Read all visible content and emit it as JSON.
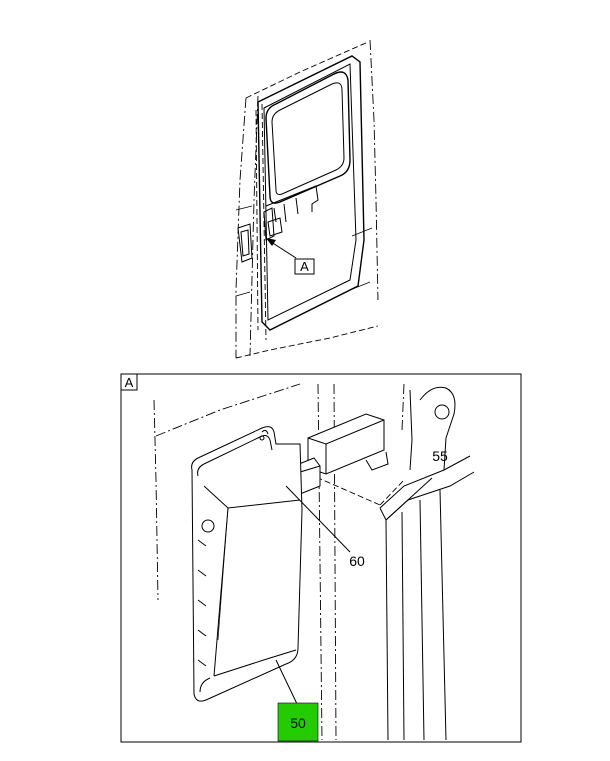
{
  "overview": {
    "view_ref_label": "A"
  },
  "detail": {
    "frame_label": "A",
    "callouts": [
      {
        "id": "55",
        "label": "55"
      },
      {
        "id": "60",
        "label": "60"
      },
      {
        "id": "50",
        "label": "50",
        "highlighted": true
      }
    ]
  },
  "colors": {
    "highlight": "#22cc00",
    "line": "#000000",
    "background": "#ffffff"
  }
}
